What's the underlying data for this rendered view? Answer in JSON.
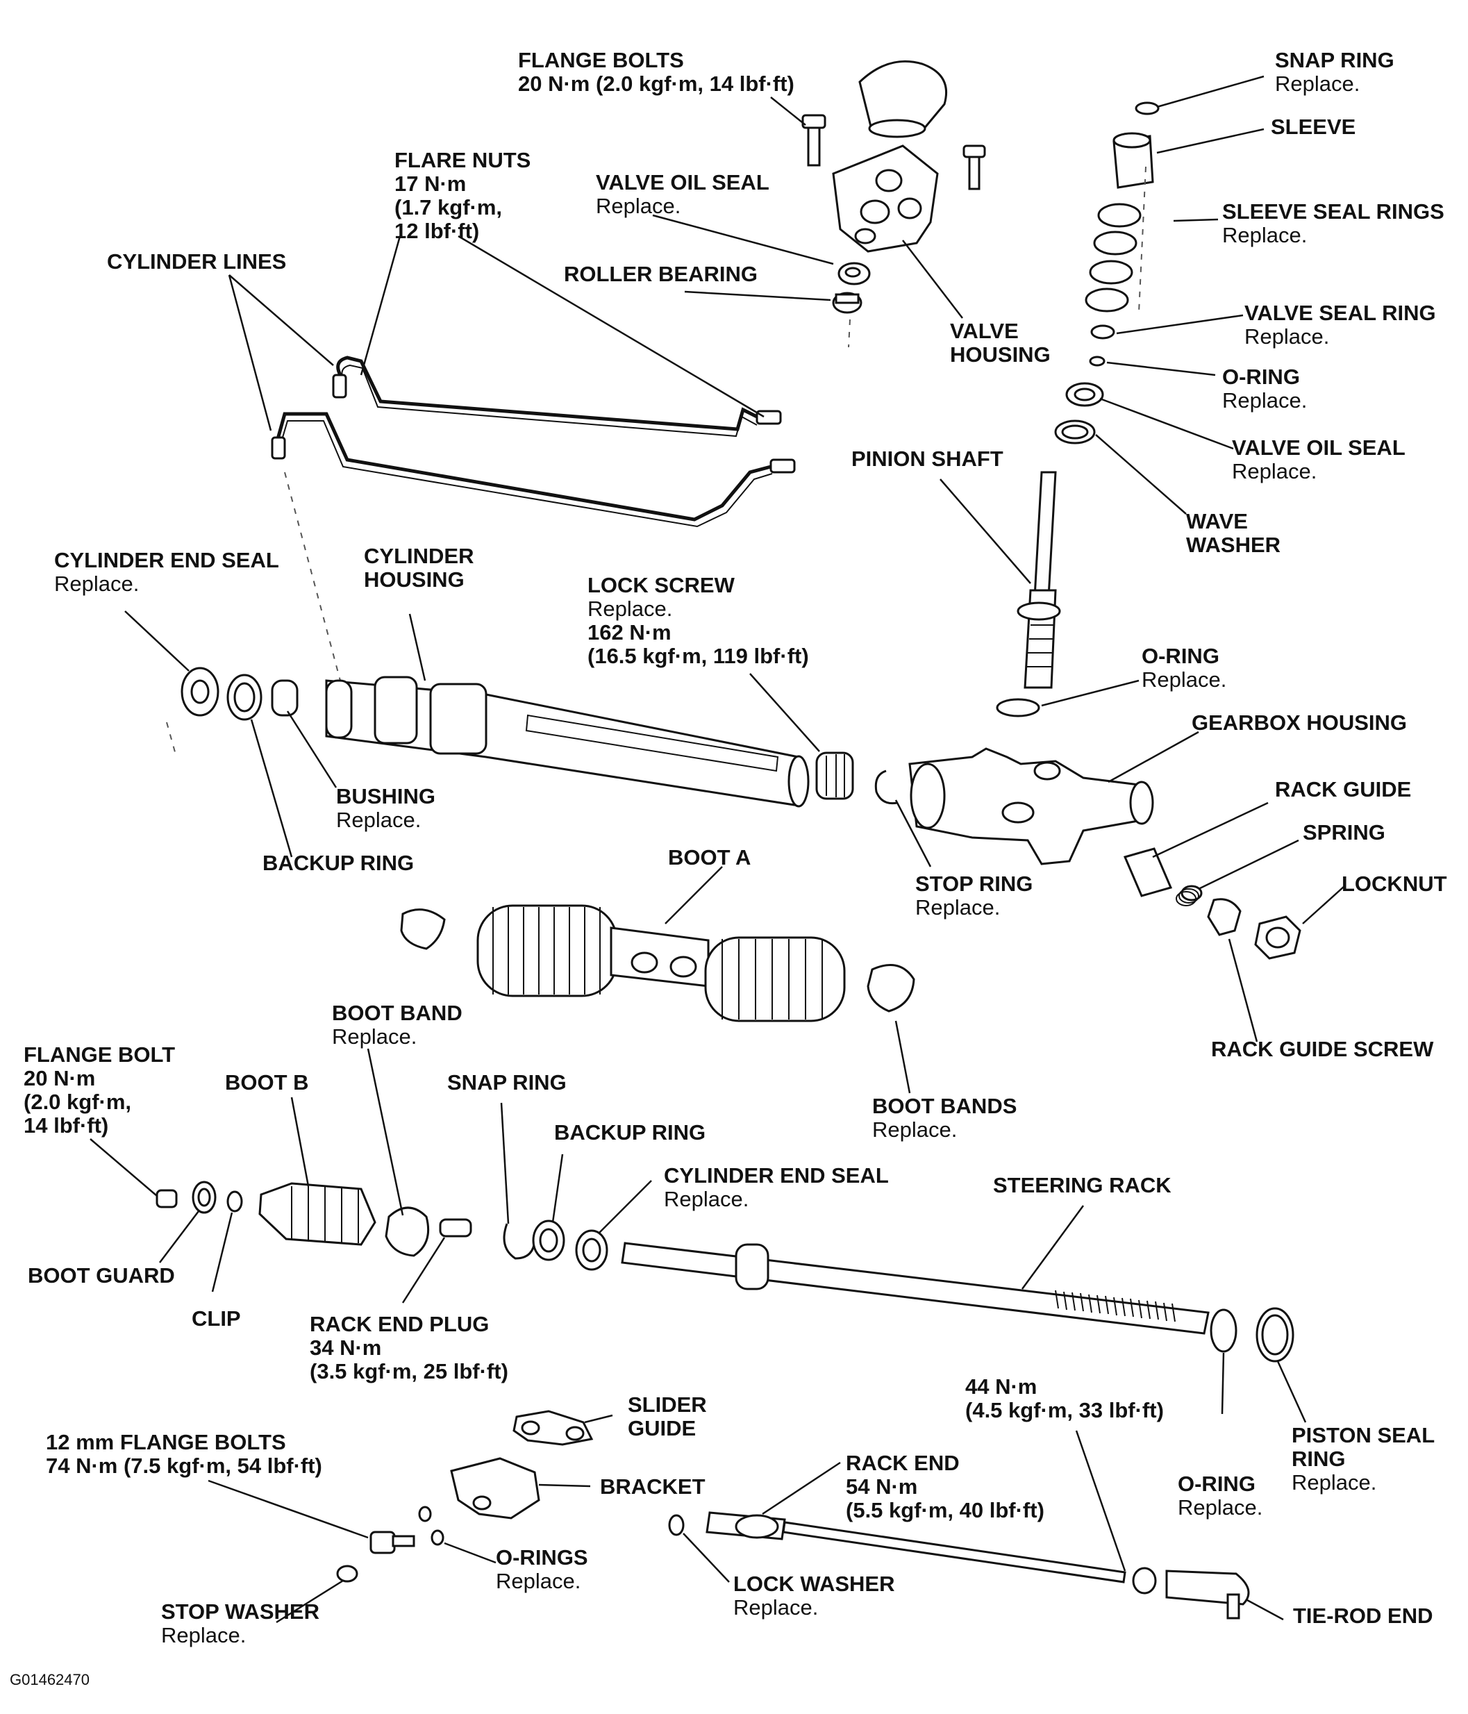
{
  "figure_id": "G01462470",
  "labels": [
    {
      "id": "flange-bolts-top",
      "lines": [
        "FLANGE BOLTS",
        "20 N·m (2.0 kgf·m, 14 lbf·ft)"
      ]
    },
    {
      "id": "snap-ring-top",
      "lines": [
        "SNAP RING"
      ],
      "note": "Replace."
    },
    {
      "id": "sleeve",
      "lines": [
        "SLEEVE"
      ]
    },
    {
      "id": "flare-nuts",
      "lines": [
        "FLARE NUTS",
        "17 N·m",
        "(1.7 kgf·m,",
        "12 lbf·ft)"
      ]
    },
    {
      "id": "valve-oil-seal-top",
      "lines": [
        "VALVE OIL SEAL"
      ],
      "note": "Replace."
    },
    {
      "id": "sleeve-seal-rings",
      "lines": [
        "SLEEVE SEAL RINGS"
      ],
      "note": "Replace."
    },
    {
      "id": "cylinder-lines",
      "lines": [
        "CYLINDER LINES"
      ]
    },
    {
      "id": "roller-bearing",
      "lines": [
        "ROLLER BEARING"
      ]
    },
    {
      "id": "valve-seal-ring",
      "lines": [
        "VALVE SEAL RING"
      ],
      "note": "Replace."
    },
    {
      "id": "valve-housing",
      "lines": [
        "VALVE",
        "HOUSING"
      ]
    },
    {
      "id": "o-ring-valve",
      "lines": [
        "O-RING"
      ],
      "note": "Replace."
    },
    {
      "id": "valve-oil-seal-right",
      "lines": [
        "VALVE OIL SEAL"
      ],
      "note": "Replace."
    },
    {
      "id": "pinion-shaft",
      "lines": [
        "PINION SHAFT"
      ]
    },
    {
      "id": "wave-washer",
      "lines": [
        "WAVE",
        "WASHER"
      ]
    },
    {
      "id": "cylinder-end-seal-left",
      "lines": [
        "CYLINDER END SEAL"
      ],
      "note": "Replace."
    },
    {
      "id": "cylinder-housing",
      "lines": [
        "CYLINDER",
        "HOUSING"
      ]
    },
    {
      "id": "lock-screw",
      "lines": [
        "LOCK SCREW"
      ],
      "note": "Replace.",
      "lines2": [
        "162 N·m",
        "(16.5 kgf·m, 119 lbf·ft)"
      ]
    },
    {
      "id": "o-ring-pinion",
      "lines": [
        "O-RING"
      ],
      "note": "Replace."
    },
    {
      "id": "gearbox-housing",
      "lines": [
        "GEARBOX HOUSING"
      ]
    },
    {
      "id": "bushing",
      "lines": [
        "BUSHING"
      ],
      "note": "Replace."
    },
    {
      "id": "rack-guide",
      "lines": [
        "RACK GUIDE"
      ]
    },
    {
      "id": "spring",
      "lines": [
        "SPRING"
      ]
    },
    {
      "id": "backup-ring-left",
      "lines": [
        "BACKUP RING"
      ]
    },
    {
      "id": "boot-a",
      "lines": [
        "BOOT A"
      ]
    },
    {
      "id": "stop-ring",
      "lines": [
        "STOP RING"
      ],
      "note": "Replace."
    },
    {
      "id": "locknut",
      "lines": [
        "LOCKNUT"
      ]
    },
    {
      "id": "boot-band",
      "lines": [
        "BOOT BAND"
      ],
      "note": "Replace."
    },
    {
      "id": "rack-guide-screw",
      "lines": [
        "RACK GUIDE SCREW"
      ]
    },
    {
      "id": "flange-bolt",
      "lines": [
        "FLANGE BOLT",
        "20 N·m",
        "(2.0 kgf·m,",
        " 14 lbf·ft)"
      ]
    },
    {
      "id": "boot-b",
      "lines": [
        "BOOT B"
      ]
    },
    {
      "id": "snap-ring-mid",
      "lines": [
        "SNAP RING"
      ]
    },
    {
      "id": "boot-bands",
      "lines": [
        "BOOT BANDS"
      ],
      "note": "Replace."
    },
    {
      "id": "backup-ring-mid",
      "lines": [
        "BACKUP RING"
      ]
    },
    {
      "id": "cylinder-end-seal-mid",
      "lines": [
        "CYLINDER END SEAL"
      ],
      "note": "Replace."
    },
    {
      "id": "steering-rack",
      "lines": [
        "STEERING RACK"
      ]
    },
    {
      "id": "boot-guard",
      "lines": [
        "BOOT GUARD"
      ]
    },
    {
      "id": "clip",
      "lines": [
        "CLIP"
      ]
    },
    {
      "id": "rack-end-plug",
      "lines": [
        "RACK END PLUG",
        "34 N·m",
        "(3.5 kgf·m, 25 lbf·ft)"
      ]
    },
    {
      "id": "tie-rod-torque",
      "lines": [
        "44 N·m",
        "(4.5 kgf·m, 33 lbf·ft)"
      ]
    },
    {
      "id": "slider-guide",
      "lines": [
        "SLIDER",
        "GUIDE"
      ]
    },
    {
      "id": "flange-bolts-12mm",
      "lines": [
        "12 mm FLANGE BOLTS",
        "74 N·m (7.5 kgf·m, 54 lbf·ft)"
      ]
    },
    {
      "id": "piston-seal-ring",
      "lines": [
        "PISTON SEAL",
        "RING"
      ],
      "note": "Replace."
    },
    {
      "id": "bracket",
      "lines": [
        "BRACKET"
      ]
    },
    {
      "id": "rack-end",
      "lines": [
        "RACK END",
        "54 N·m",
        "(5.5 kgf·m, 40 lbf·ft)"
      ]
    },
    {
      "id": "o-ring-rack",
      "lines": [
        "O-RING"
      ],
      "note": "Replace."
    },
    {
      "id": "o-rings",
      "lines": [
        "O-RINGS"
      ],
      "note": "Replace."
    },
    {
      "id": "stop-washer",
      "lines": [
        "STOP WASHER"
      ],
      "note": "Replace."
    },
    {
      "id": "lock-washer",
      "lines": [
        "LOCK WASHER"
      ],
      "note": "Replace."
    },
    {
      "id": "tie-rod-end",
      "lines": [
        "TIE-ROD END"
      ]
    }
  ]
}
